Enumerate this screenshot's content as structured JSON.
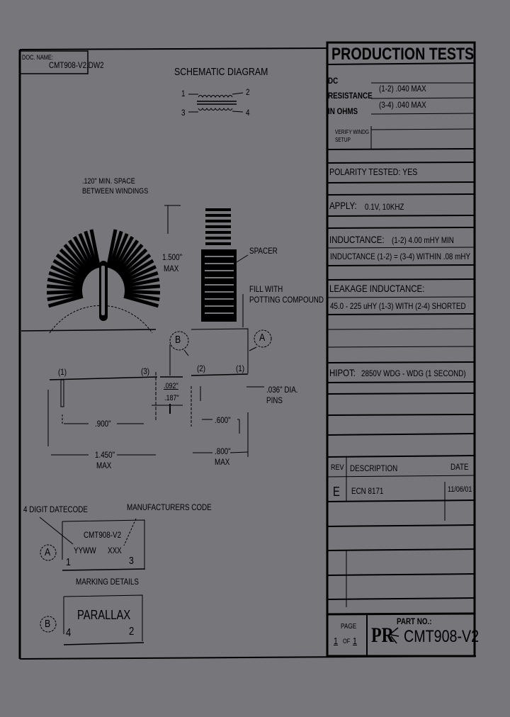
{
  "doc_name": {
    "label": "DOC. NAME:",
    "value": "CMT908-V2.DW2"
  },
  "schematic": {
    "title": "SCHEMATIC DIAGRAM",
    "pins": [
      "1",
      "2",
      "3",
      "4"
    ]
  },
  "drawing": {
    "spacing_note": ".120\" MIN. SPACE BETWEEN WINDINGS",
    "spacing_line1": ".120\" MIN. SPACE",
    "spacing_line2": "BETWEEN WINDINGS",
    "height_dim": "1.500\"",
    "height_max": "MAX",
    "spacer": "SPACER",
    "fill_line1": "FILL WITH",
    "fill_line2": "POTTING COMPOUND",
    "view_a": "A",
    "view_b": "B",
    "pin_labels": [
      "(1)",
      "(3)",
      "(2)",
      "(1)"
    ],
    "dim_092": ".092\"",
    "dim_187": ".187\"",
    "pin_dia_line1": ".036\" DIA.",
    "pin_dia_line2": "PINS",
    "dim_900": ".900\"",
    "dim_1450": "1.450\"",
    "dim_1450_max": "MAX",
    "dim_600": ".600\"",
    "dim_800": ".800\"",
    "dim_800_max": "MAX"
  },
  "marking": {
    "datecode_label": "4 DIGIT DATECODE",
    "mfr_label": "MANUFACTURERS CODE",
    "a": {
      "letter": "A",
      "part": "CMT908-V2",
      "datecode": "YYWW",
      "code": "XXX",
      "left_pin": "1",
      "right_pin": "3"
    },
    "title": "MARKING DETAILS",
    "b": {
      "letter": "B",
      "text": "PARALLAX",
      "left_pin": "4",
      "right_pin": "2"
    }
  },
  "production_tests": {
    "title": "PRODUCTION TESTS",
    "dc_label": [
      "DC",
      "RESISTANCE",
      "IN OHMS"
    ],
    "dc_values": [
      "(1-2) .040 MAX",
      "(3-4) .040 MAX"
    ],
    "verify": [
      "VERIFY WINDG",
      "SETUP"
    ],
    "polarity": "POLARITY TESTED: YES",
    "apply_label": "APPLY:",
    "apply_value": "0.1V, 10KHZ",
    "inductance_label": "INDUCTANCE:",
    "inductance_value": "(1-2) 4.00 mHY MIN",
    "inductance_match": "INDUCTANCE (1-2) = (3-4) WITHIN .08 mHY",
    "leakage_label": "LEAKAGE INDUCTANCE:",
    "leakage_value": "45.0 - 225 uHY (1-3) WITH (2-4) SHORTED",
    "hipot_label": "HIPOT:",
    "hipot_value": "2850V WDG - WDG (1 SECOND)"
  },
  "revisions": {
    "headers": [
      "REV",
      "DESCRIPTION",
      "DATE"
    ],
    "rows": [
      {
        "rev": "E",
        "description": "ECN 8171",
        "date": "11/06/01"
      }
    ]
  },
  "title_block": {
    "page_label": "PAGE",
    "page": "1",
    "of": "OF",
    "total": "1",
    "part_label": "PART NO.:",
    "part_no": "CMT908-V2",
    "logo": "PR"
  },
  "colors": {
    "paper": "#76767b",
    "ink": "#000000"
  }
}
